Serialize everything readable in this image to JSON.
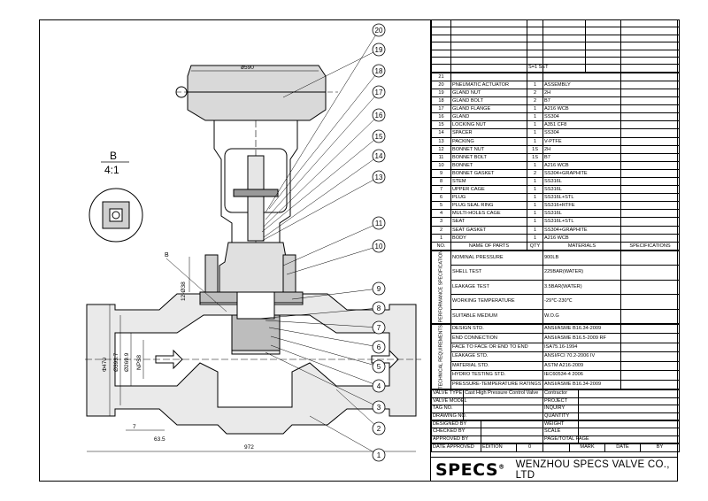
{
  "drawing": {
    "dims": {
      "d590": "ø590",
      "d470": "Φ470",
      "d393": "Ø393.7",
      "d269": "Ø269.9",
      "nps": "NPS8",
      "h12": "12-Ø38",
      "w972": "972",
      "w635": "63.5",
      "w7": "7"
    },
    "section_b_label": "B",
    "detail_title": "B",
    "detail_scale": "4:1",
    "callouts": [
      "20",
      "19",
      "18",
      "17",
      "16",
      "15",
      "14",
      "13",
      "11",
      "10",
      "9",
      "8",
      "7",
      "6",
      "5",
      "4",
      "3",
      "2",
      "1"
    ]
  },
  "table": {
    "set_label": "S=1 SET",
    "top_row_no": "21",
    "parts": [
      {
        "no": "20",
        "name": "PNEUMATIC ACTUATOR",
        "qty": "1",
        "mat": "ASSEMBLY"
      },
      {
        "no": "19",
        "name": "GLAND NUT",
        "qty": "2",
        "mat": "2H"
      },
      {
        "no": "18",
        "name": "GLAND BOLT",
        "qty": "2",
        "mat": "B7"
      },
      {
        "no": "17",
        "name": "GLAND FLANGE",
        "qty": "1",
        "mat": "A216 WCB"
      },
      {
        "no": "16",
        "name": "GLAND",
        "qty": "1",
        "mat": "SS304"
      },
      {
        "no": "15",
        "name": "LOCKING NUT",
        "qty": "1",
        "mat": "A351 CF8"
      },
      {
        "no": "14",
        "name": "SPACER",
        "qty": "1",
        "mat": "SS304"
      },
      {
        "no": "13",
        "name": "PACKING",
        "qty": "1",
        "mat": "V-PTFE"
      },
      {
        "no": "12",
        "name": "BONNET NUT",
        "qty": "1S",
        "mat": "2H"
      },
      {
        "no": "11",
        "name": "BONNET BOLT",
        "qty": "1S",
        "mat": "B7"
      },
      {
        "no": "10",
        "name": "BONNET",
        "qty": "1",
        "mat": "A216 WCB"
      },
      {
        "no": "9",
        "name": "BONNET GASKET",
        "qty": "2",
        "mat": "SS304+GRAPHITE"
      },
      {
        "no": "8",
        "name": "STEM",
        "qty": "1",
        "mat": "SS316L"
      },
      {
        "no": "7",
        "name": "UPPER CAGE",
        "qty": "1",
        "mat": "SS316L"
      },
      {
        "no": "6",
        "name": "PLUG",
        "qty": "1",
        "mat": "SS316L+STL"
      },
      {
        "no": "5",
        "name": "PLUG SEAL RING",
        "qty": "1",
        "mat": "SS316+RTFE"
      },
      {
        "no": "4",
        "name": "MULTI-HOLES CAGE",
        "qty": "1",
        "mat": "SS316L"
      },
      {
        "no": "3",
        "name": "SEAT",
        "qty": "1",
        "mat": "SS316L+STL"
      },
      {
        "no": "2",
        "name": "SEAT GASKET",
        "qty": "1",
        "mat": "SS304+GRAPHITE"
      },
      {
        "no": "1",
        "name": "BODY",
        "qty": "1",
        "mat": "A216 WCB"
      }
    ],
    "parts_header": {
      "no": "NO.",
      "name": "NAME OF PARTS",
      "qty": "QTY",
      "mat": "MATERIALS",
      "spec": "SPECIFICATIONS"
    },
    "performance_label": "PERFORMANCE SPECIFICATION",
    "performance": [
      {
        "k": "NOMINAL PRESSURE",
        "v": "900Lb"
      },
      {
        "k": "SHELL TEST",
        "v": "225bar(WATER)"
      },
      {
        "k": "LEAKAGE TEST",
        "v": "3.5bar(WATER)"
      },
      {
        "k": "WORKING TEMPERATURE",
        "v": "-29℃-230℃"
      },
      {
        "k": "SUITABLE MEDIUM",
        "v": "W.O.G"
      }
    ],
    "technical_label": "TECHNICAL REQUIREMENTS",
    "technical": [
      {
        "k": "DESIGN STD.",
        "v": "ANSI/ASME B16.34-2009"
      },
      {
        "k": "END CONNECTION",
        "v": "ANSI/ASME B16.5-2009 RF"
      },
      {
        "k": "FACE TO FACE OR END TO END",
        "v": "ISA75.16-1994"
      },
      {
        "k": "LEAKAGE STD.",
        "v": "ANSI/FCI 70.2-2006 IV"
      },
      {
        "k": "MATERIAL STD.",
        "v": "ASTM A216-2009"
      },
      {
        "k": "HYDRO TESTING STD.",
        "v": "IEC60534-4 2006"
      },
      {
        "k": "PRESSURE-TEMPERATURE RATINGS",
        "v": "ANSI/ASME B16.34-2009"
      }
    ],
    "info": [
      {
        "k": "VALVE TYPE",
        "v": "Cast High Pressure Control Valve",
        "k2": "Contractor",
        "v2": ""
      },
      {
        "k": "VALVE MODEL",
        "v": "",
        "k2": "PROJECT",
        "v2": ""
      },
      {
        "k": "TAG NO.",
        "v": "",
        "k2": "INQUIRY",
        "v2": ""
      },
      {
        "k": "DRAWING NO.",
        "v": "",
        "k2": "QUANTITY",
        "v2": ""
      }
    ],
    "signoff": [
      {
        "k": "DESIGNED BY",
        "k2": "WEIGHT"
      },
      {
        "k": "CHECKED BY",
        "k2": "SCALE"
      },
      {
        "k": "APPROVED BY",
        "k2": "PAGE/TOTAL PAGE"
      }
    ],
    "revision": {
      "date_approved": "DATE APPROVED",
      "edition": "EDITION",
      "edition_val": "0",
      "mark": "MARK",
      "date": "DATE",
      "by": "BY"
    }
  },
  "footer": {
    "logo": "SPECS",
    "reg": "®",
    "company": "WENZHOU SPECS VALVE CO., LTD"
  }
}
